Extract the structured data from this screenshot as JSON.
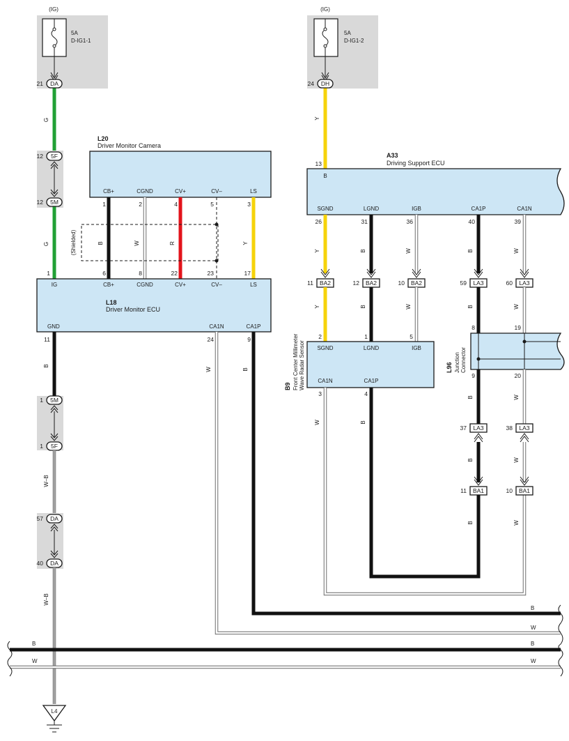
{
  "fuses": [
    {
      "ig": "(IG)",
      "amp": "5A",
      "name": "D-IG1-1"
    },
    {
      "ig": "(IG)",
      "amp": "5A",
      "name": "D-IG1-2"
    }
  ],
  "components": {
    "l20": {
      "code": "L20",
      "name": "Driver Monitor Camera",
      "pins": [
        "CB+",
        "CGND",
        "CV+",
        "CV–",
        "LS"
      ],
      "pin_nums": [
        "1",
        "2",
        "4",
        "5",
        "3"
      ]
    },
    "l18": {
      "code": "L18",
      "name": "Driver Monitor ECU",
      "top_pins": [
        "IG",
        "CB+",
        "CGND",
        "CV+",
        "CV–",
        "LS"
      ],
      "top_nums": [
        "1",
        "6",
        "8",
        "22",
        "23",
        "17"
      ],
      "bottom_pins": [
        "GND",
        "CA1N",
        "CA1P"
      ],
      "bottom_nums": [
        "11",
        "24",
        "9"
      ]
    },
    "a33": {
      "code": "A33",
      "name": "Driving Support ECU",
      "input_pin": "B",
      "input_num": "13",
      "pins": [
        "SGND",
        "LGND",
        "IGB",
        "CA1P",
        "CA1N"
      ],
      "pin_nums": [
        "26",
        "31",
        "36",
        "40",
        "39"
      ]
    },
    "b9": {
      "code": "B9",
      "name_line1": "Front Center Millimeter",
      "name_line2": "Wave Radar Sensor",
      "top_pins": [
        "SGND",
        "LGND",
        "IGB"
      ],
      "top_nums": [
        "2",
        "1",
        "5"
      ],
      "bottom_pins": [
        "CA1N",
        "CA1P"
      ],
      "bottom_nums": [
        "3",
        "4"
      ]
    },
    "l96": {
      "code": "L96",
      "name_line1": "Junction",
      "name_line2": "Connector",
      "pin_nums": [
        "8",
        "19",
        "9",
        "20"
      ]
    }
  },
  "shielded_label": "(Shielded)",
  "connectors": {
    "da_top": {
      "num": "21",
      "label": "DA"
    },
    "dh_top": {
      "num": "24",
      "label": "DH"
    },
    "c5f_a": {
      "num": "12",
      "label": "5F"
    },
    "c5m_a": {
      "num": "12",
      "label": "5M"
    },
    "c5m_b": {
      "num": "1",
      "label": "5M"
    },
    "c5f_b": {
      "num": "1",
      "label": "5F"
    },
    "da_57": {
      "num": "57",
      "label": "DA"
    },
    "da_40": {
      "num": "40",
      "label": "DA"
    },
    "ba2_11": {
      "num": "11",
      "label": "BA2"
    },
    "ba2_12": {
      "num": "12",
      "label": "BA2"
    },
    "ba2_10": {
      "num": "10",
      "label": "BA2"
    },
    "la3_59": {
      "num": "59",
      "label": "LA3"
    },
    "la3_60": {
      "num": "60",
      "label": "LA3"
    },
    "la3_37": {
      "num": "37",
      "label": "LA3"
    },
    "la3_38": {
      "num": "38",
      "label": "LA3"
    },
    "ba1_11": {
      "num": "11",
      "label": "BA1"
    },
    "ba1_10": {
      "num": "10",
      "label": "BA1"
    }
  },
  "wire_colors": {
    "G": "G",
    "Y": "Y",
    "B": "B",
    "W": "W",
    "R": "R",
    "WB": "W–B"
  },
  "ground": {
    "label": "L4"
  },
  "colors": {
    "green": "#21a035",
    "yellow": "#f6d30a",
    "red": "#e3131b",
    "black": "#111111",
    "box_fill": "#cde6f5",
    "gray": "#d9d9d9"
  }
}
